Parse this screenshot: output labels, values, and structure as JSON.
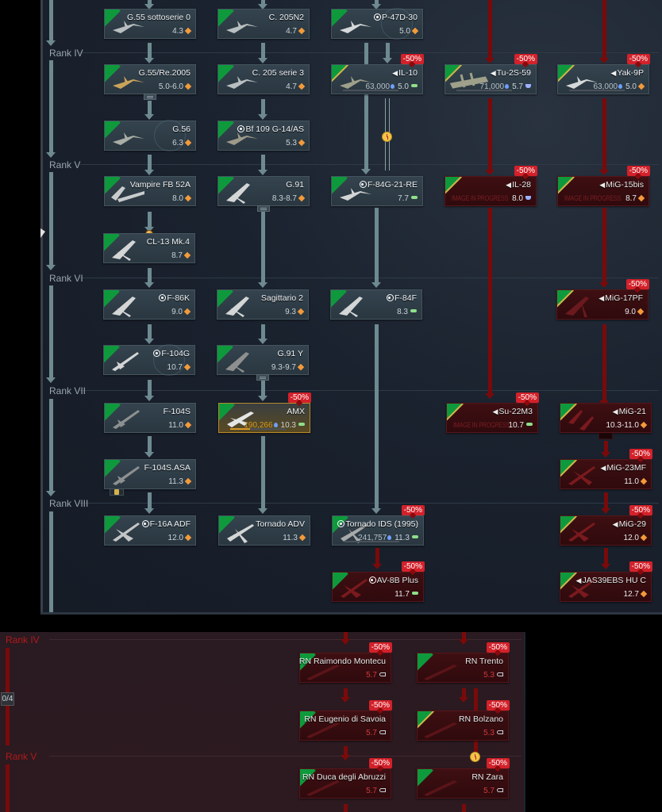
{
  "air_tree": {
    "ranks": [
      {
        "label": "Rank IV"
      },
      {
        "label": "Rank V"
      },
      {
        "label": "Rank VI"
      },
      {
        "label": "Rank VII"
      },
      {
        "label": "Rank VIII"
      }
    ],
    "vehicles": [
      {
        "id": "g55s0",
        "name": "G.55 sottoserie 0",
        "br": "4.3",
        "br_mark": "orange",
        "prefix": "",
        "status": "researched"
      },
      {
        "id": "c205n2",
        "name": "C. 205N2",
        "br": "4.7",
        "br_mark": "orange",
        "prefix": "",
        "status": "researched"
      },
      {
        "id": "p47d30",
        "name": "P-47D-30",
        "br": "5.0",
        "br_mark": "orange",
        "prefix": "circle",
        "status": "researched"
      },
      {
        "id": "g55re2005",
        "name": "G.55/Re.2005",
        "br": "5.0-6.0",
        "br_mark": "orange",
        "prefix": "",
        "status": "researched"
      },
      {
        "id": "c205s3",
        "name": "C. 205 serie 3",
        "br": "4.7",
        "br_mark": "orange",
        "prefix": "",
        "status": "researched"
      },
      {
        "id": "il10",
        "name": "IL-10",
        "br": "5.0",
        "br_mark": "green",
        "prefix": "triangle",
        "cost": "63,000",
        "discount": "-50%",
        "status": "researchable"
      },
      {
        "id": "tu2s59",
        "name": "Tu-2S-59",
        "br": "5.7",
        "br_mark": "blue",
        "prefix": "triangle",
        "cost": "71,000",
        "discount": "-50%",
        "status": "researchable"
      },
      {
        "id": "yak9p",
        "name": "Yak-9P",
        "br": "5.0",
        "br_mark": "orange",
        "prefix": "triangle",
        "cost": "63,000",
        "discount": "-50%",
        "status": "researchable"
      },
      {
        "id": "g56",
        "name": "G.56",
        "br": "6.3",
        "br_mark": "orange",
        "prefix": "",
        "status": "researched"
      },
      {
        "id": "bf109g14as",
        "name": "Bf 109 G-14/AS",
        "br": "5.3",
        "br_mark": "orange",
        "prefix": "circle",
        "status": "researched"
      },
      {
        "id": "vampire",
        "name": "Vampire FB 52A",
        "br": "8.0",
        "br_mark": "orange",
        "prefix": "",
        "status": "researched"
      },
      {
        "id": "g91",
        "name": "G.91",
        "br": "8.3-8.7",
        "br_mark": "orange",
        "prefix": "",
        "status": "researched"
      },
      {
        "id": "f84g21re",
        "name": "F-84G-21-RE",
        "br": "7.7",
        "br_mark": "green",
        "prefix": "circle",
        "status": "researched"
      },
      {
        "id": "il28",
        "name": "IL-28",
        "br": "8.0",
        "br_mark": "blue",
        "prefix": "triangle",
        "discount": "-50%",
        "placeholder": "IMAGE IN PROGRESS",
        "status": "locked"
      },
      {
        "id": "mig15bis",
        "name": "MiG-15bis",
        "br": "8.7",
        "br_mark": "orange",
        "prefix": "triangle",
        "discount": "-50%",
        "placeholder": "IMAGE IN PROGRESS",
        "status": "locked"
      },
      {
        "id": "cl13mk4",
        "name": "CL-13 Mk.4",
        "br": "8.7",
        "br_mark": "orange",
        "prefix": "",
        "status": "researched"
      },
      {
        "id": "f86k",
        "name": "F-86K",
        "br": "9.0",
        "br_mark": "orange",
        "prefix": "circle",
        "status": "researched"
      },
      {
        "id": "sagittario2",
        "name": "Sagittario 2",
        "br": "9.3",
        "br_mark": "orange",
        "prefix": "",
        "status": "researched"
      },
      {
        "id": "f84f",
        "name": "F-84F",
        "br": "8.3",
        "br_mark": "green",
        "prefix": "circle",
        "status": "researched"
      },
      {
        "id": "mig17pf",
        "name": "MiG-17PF",
        "br": "9.0",
        "br_mark": "orange",
        "prefix": "triangle",
        "discount": "-50%",
        "status": "locked"
      },
      {
        "id": "f104g",
        "name": "F-104G",
        "br": "10.7",
        "br_mark": "orange",
        "prefix": "circle",
        "status": "researched"
      },
      {
        "id": "g91y",
        "name": "G.91 Y",
        "br": "9.3-9.7",
        "br_mark": "orange",
        "prefix": "",
        "status": "researched"
      },
      {
        "id": "f104s",
        "name": "F-104S",
        "br": "11.0",
        "br_mark": "orange",
        "prefix": "",
        "status": "researched"
      },
      {
        "id": "amx",
        "name": "AMX",
        "br": "10.3",
        "br_mark": "green",
        "prefix": "",
        "cost": "190,266",
        "discount": "-50%",
        "progress": 0.35,
        "status": "in_research"
      },
      {
        "id": "su22m3",
        "name": "Su-22M3",
        "br": "10.7",
        "br_mark": "green",
        "prefix": "triangle",
        "discount": "-50%",
        "placeholder": "IMAGE IN PROGRESS",
        "status": "locked"
      },
      {
        "id": "mig21",
        "name": "MiG-21",
        "br": "10.3-11.0",
        "br_mark": "orange",
        "prefix": "triangle",
        "status": "locked"
      },
      {
        "id": "f104sasa",
        "name": "F-104S.ASA",
        "br": "11.3",
        "br_mark": "orange",
        "prefix": "",
        "status": "researched"
      },
      {
        "id": "mig23mf",
        "name": "MiG-23MF",
        "br": "11.0",
        "br_mark": "orange",
        "prefix": "triangle",
        "discount": "-50%",
        "status": "locked"
      },
      {
        "id": "f16aadf",
        "name": "F-16A ADF",
        "br": "12.0",
        "br_mark": "orange",
        "prefix": "circle",
        "status": "researched"
      },
      {
        "id": "tornadoadv",
        "name": "Tornado ADV",
        "br": "11.3",
        "br_mark": "orange",
        "prefix": "",
        "status": "researched"
      },
      {
        "id": "tornadoids",
        "name": "Tornado IDS (1995)",
        "br": "11.3",
        "br_mark": "green",
        "prefix": "circle",
        "cost": "241,757",
        "discount": "-50%",
        "progress": 0.0,
        "status": "researchable"
      },
      {
        "id": "mig29",
        "name": "MiG-29",
        "br": "12.0",
        "br_mark": "orange",
        "prefix": "triangle",
        "discount": "-50%",
        "status": "locked"
      },
      {
        "id": "av8bplus",
        "name": "AV-8B Plus",
        "br": "11.7",
        "br_mark": "green",
        "prefix": "circle",
        "discount": "-50%",
        "status": "locked"
      },
      {
        "id": "jas39",
        "name": "JAS39EBS HU C",
        "br": "12.7",
        "br_mark": "orange",
        "prefix": "triangle",
        "discount": "-50%",
        "status": "locked"
      }
    ]
  },
  "naval_tree": {
    "ranks": [
      {
        "label": "Rank IV"
      },
      {
        "label": "Rank V"
      }
    ],
    "counter": "0/4",
    "vehicles": [
      {
        "id": "montecuccoli",
        "name": "RN Raimondo Montecu",
        "br": "5.7",
        "discount": "-50%",
        "status": "locked"
      },
      {
        "id": "trento",
        "name": "RN Trento",
        "br": "5.3",
        "discount": "-50%",
        "status": "locked"
      },
      {
        "id": "eugenio",
        "name": "RN Eugenio di Savoia",
        "br": "5.7",
        "discount": "-50%",
        "status": "locked"
      },
      {
        "id": "bolzano",
        "name": "RN Bolzano",
        "br": "5.3",
        "discount": "-50%",
        "status": "locked"
      },
      {
        "id": "duca",
        "name": "RN Duca degli Abruzzi",
        "br": "5.7",
        "discount": "-50%",
        "status": "locked"
      },
      {
        "id": "zara",
        "name": "RN Zara",
        "br": "5.7",
        "discount": "-50%",
        "status": "locked"
      }
    ]
  },
  "colors": {
    "researched_card": "#2f3d47",
    "locked_card": "#3a0e11",
    "discount_badge": "#d3212a",
    "connector": "#6e8a90",
    "locked_connector": "#7a0a0a",
    "rank_label_naval": "#b01a1a"
  }
}
